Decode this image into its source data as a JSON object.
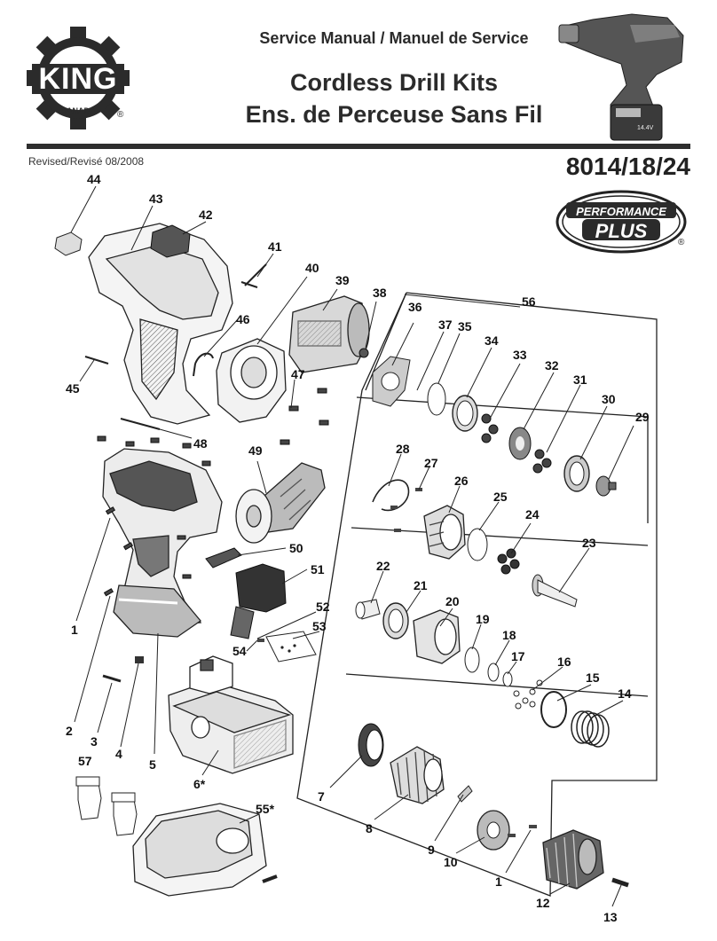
{
  "header": {
    "brand": "KING",
    "brand_sub": "CANADA",
    "registered": "®",
    "service_title": "Service Manual / Manuel de Service",
    "title_en": "Cordless Drill Kits",
    "title_fr": "Ens. de Perceuse Sans Fil",
    "revised": "Revised/Revisé 08/2008",
    "model": "8014/18/24"
  },
  "badge": {
    "line1": "PERFORMANCE",
    "line2": "PLUS",
    "registered": "®"
  },
  "battery_label": "14.4V",
  "parts": {
    "p44": "44",
    "p43": "43",
    "p42": "42",
    "p41": "41",
    "p40": "40",
    "p39": "39",
    "p38": "38",
    "p56": "56",
    "p36": "36",
    "p37": "37",
    "p35": "35",
    "p34": "34",
    "p33": "33",
    "p32": "32",
    "p31": "31",
    "p30": "30",
    "p29": "29",
    "p46": "46",
    "p45": "45",
    "p47": "47",
    "p48": "48",
    "p49": "49",
    "p28": "28",
    "p27": "27",
    "p26": "26",
    "p25": "25",
    "p24": "24",
    "p23": "23",
    "p50": "50",
    "p51": "51",
    "p22": "22",
    "p21": "21",
    "p20": "20",
    "p19": "19",
    "p18": "18",
    "p17": "17",
    "p16": "16",
    "p15": "15",
    "p14": "14",
    "p52": "52",
    "p53": "53",
    "p54": "54",
    "p1a": "1",
    "p2": "2",
    "p3": "3",
    "p4": "4",
    "p5": "5",
    "p6": "6*",
    "p57": "57",
    "p55": "55*",
    "p7": "7",
    "p8": "8",
    "p9": "9",
    "p10": "10",
    "p1b": "1",
    "p12": "12",
    "p13": "13"
  }
}
